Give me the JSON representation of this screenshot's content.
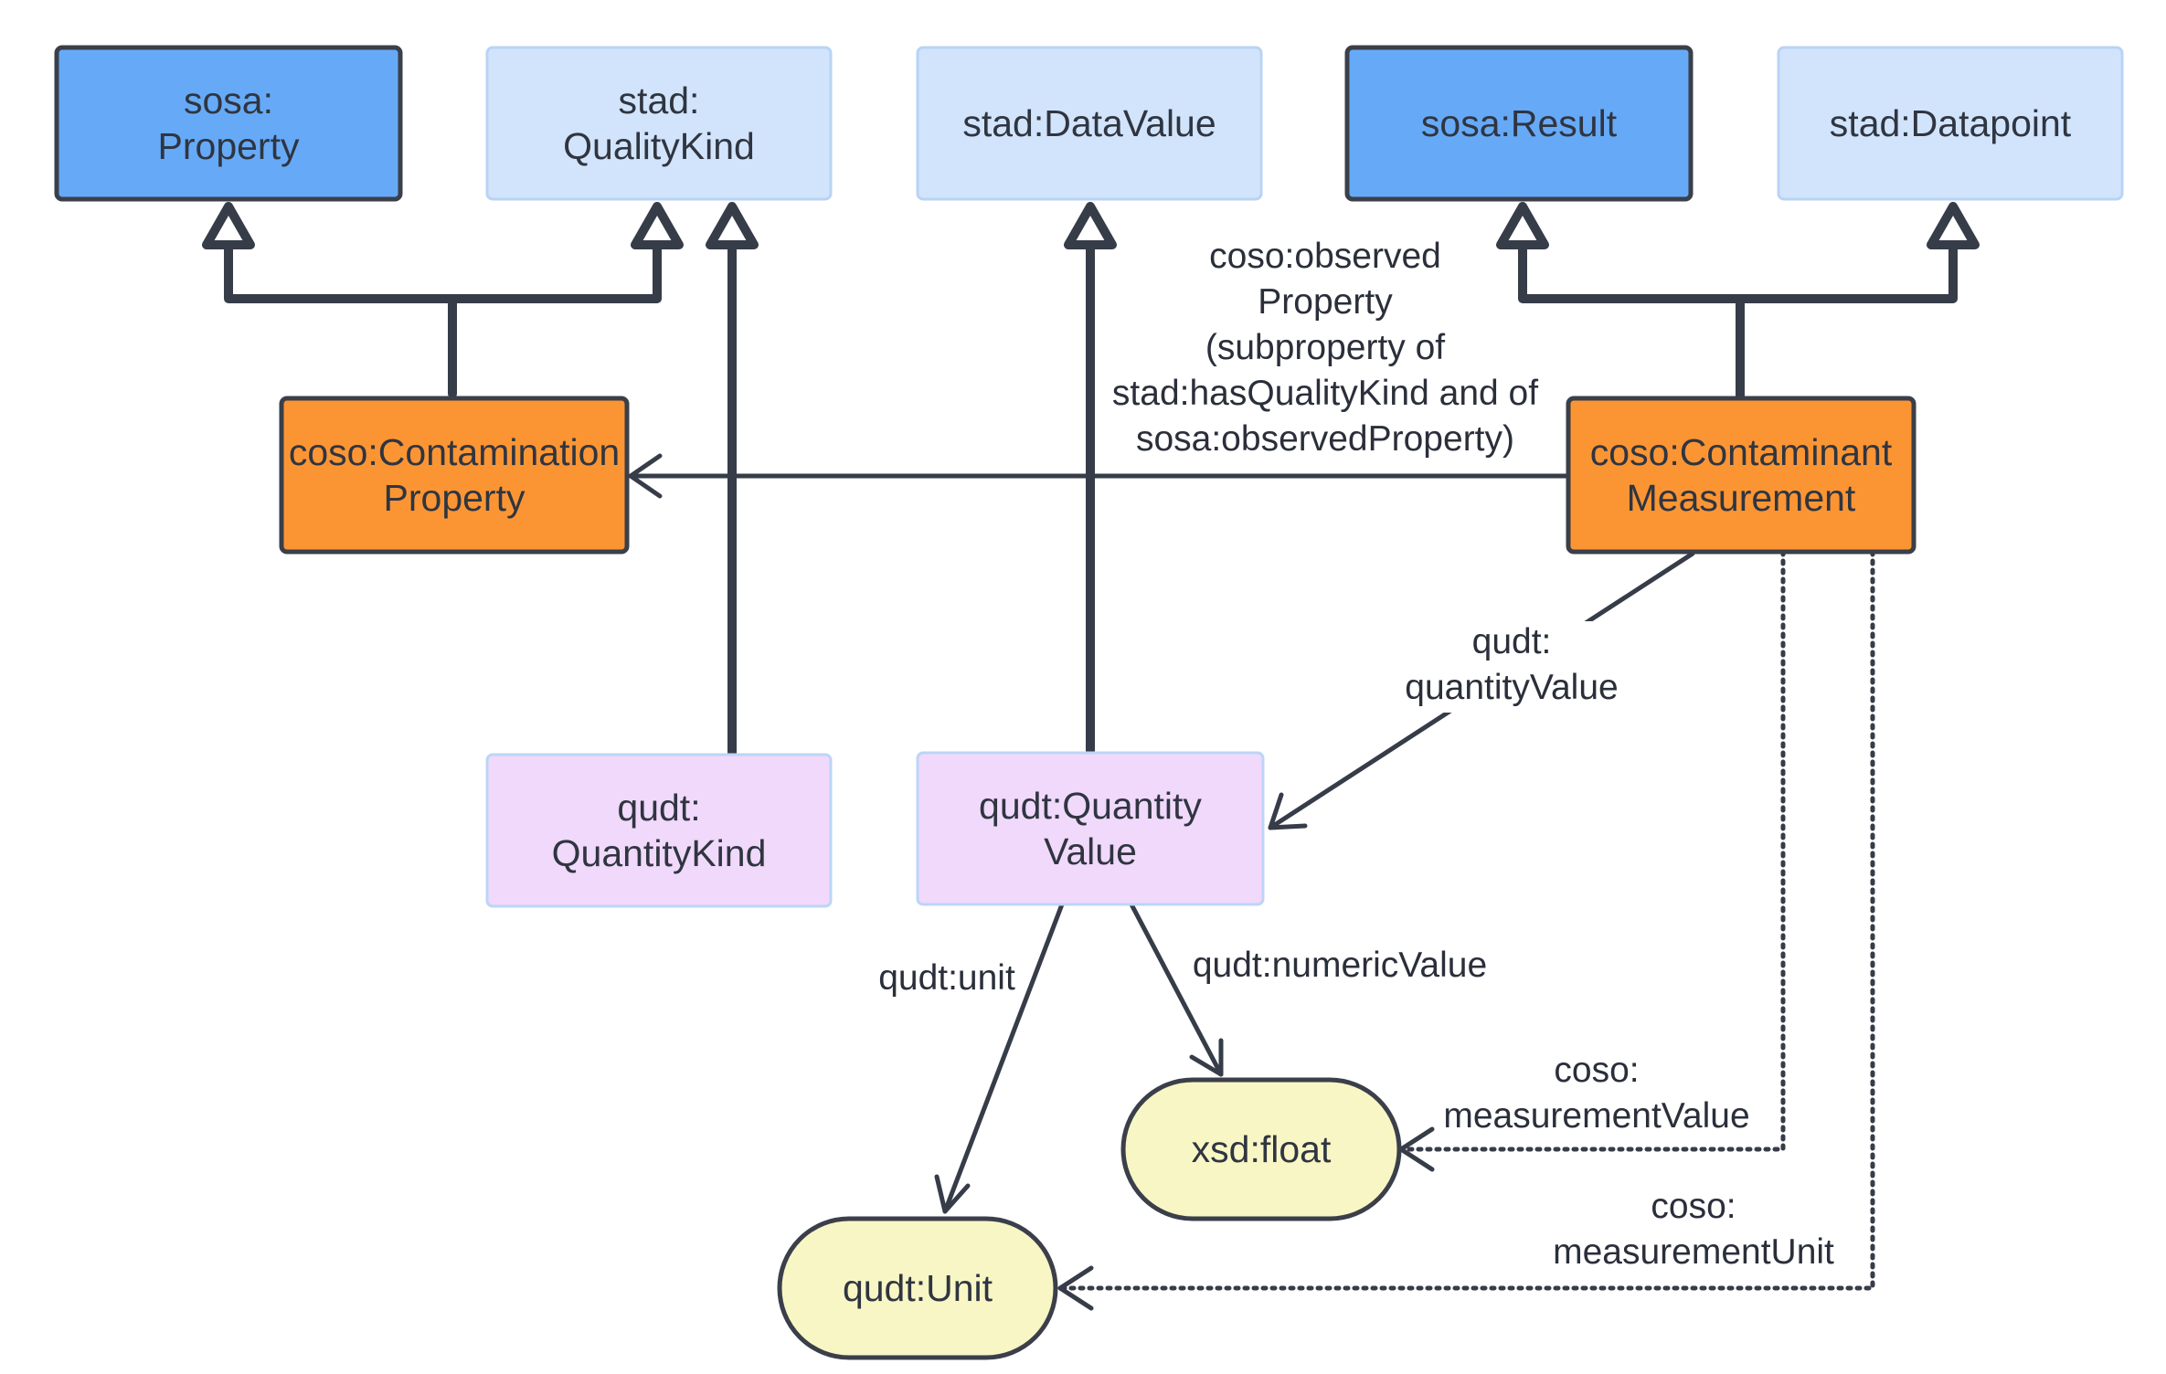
{
  "nodes": {
    "sosa_property": {
      "lines": [
        "sosa:",
        "Property"
      ],
      "fill": "#66aaf7",
      "stroke": "#3a3f4a",
      "text_color": "#2f3541"
    },
    "stad_qualitykind": {
      "lines": [
        "stad:",
        "QualityKind"
      ],
      "fill": "#d2e4fb",
      "stroke": "#b9d3f5",
      "text_color": "#2f3541"
    },
    "stad_datavalue": {
      "lines": [
        "stad:DataValue"
      ],
      "fill": "#d2e4fb",
      "stroke": "#b9d3f5",
      "text_color": "#2f3541"
    },
    "sosa_result": {
      "lines": [
        "sosa:Result"
      ],
      "fill": "#66aaf7",
      "stroke": "#3a3f4a",
      "text_color": "#2f3541"
    },
    "stad_datapoint": {
      "lines": [
        "stad:Datapoint"
      ],
      "fill": "#d2e4fb",
      "stroke": "#b9d3f5",
      "text_color": "#2f3541"
    },
    "coso_contamination_property": {
      "lines": [
        "coso:Contamination",
        "Property"
      ],
      "fill": "#fb9533",
      "stroke": "#3a3f4a",
      "text_color": "#2f3541"
    },
    "coso_contaminant_measurement": {
      "lines": [
        "coso:Contaminant",
        "Measurement"
      ],
      "fill": "#fb9533",
      "stroke": "#3a3f4a",
      "text_color": "#2f3541"
    },
    "qudt_quantitykind": {
      "lines": [
        "qudt:",
        "QuantityKind"
      ],
      "fill": "#f1d9fb",
      "stroke": "#bcd5f7",
      "text_color": "#2f3541"
    },
    "qudt_quantityvalue": {
      "lines": [
        "qudt:Quantity",
        "Value"
      ],
      "fill": "#f1d9fb",
      "stroke": "#bcd5f7",
      "text_color": "#2f3541"
    },
    "xsd_float": {
      "lines": [
        "xsd:float"
      ],
      "fill": "#f8f6c4",
      "stroke": "#3a3f4a",
      "text_color": "#2f3541"
    },
    "qudt_unit": {
      "lines": [
        "qudt:Unit"
      ],
      "fill": "#f8f6c4",
      "stroke": "#3a3f4a",
      "text_color": "#2f3541"
    }
  },
  "edge_labels": {
    "observed_property": {
      "lines": [
        "coso:observed",
        "Property",
        "(subproperty of",
        "stad:hasQualityKind and of",
        "sosa:observedProperty)"
      ]
    },
    "quantity_value": {
      "lines": [
        "qudt:",
        "quantityValue"
      ]
    },
    "unit": {
      "lines": [
        "qudt:unit"
      ]
    },
    "numeric_value": {
      "lines": [
        "qudt:numericValue"
      ]
    },
    "measurement_value": {
      "lines": [
        "coso:",
        "measurementValue"
      ]
    },
    "measurement_unit": {
      "lines": [
        "coso:",
        "measurementUnit"
      ]
    }
  },
  "colors": {
    "edge": "#363c48",
    "background": "#ffffff"
  }
}
